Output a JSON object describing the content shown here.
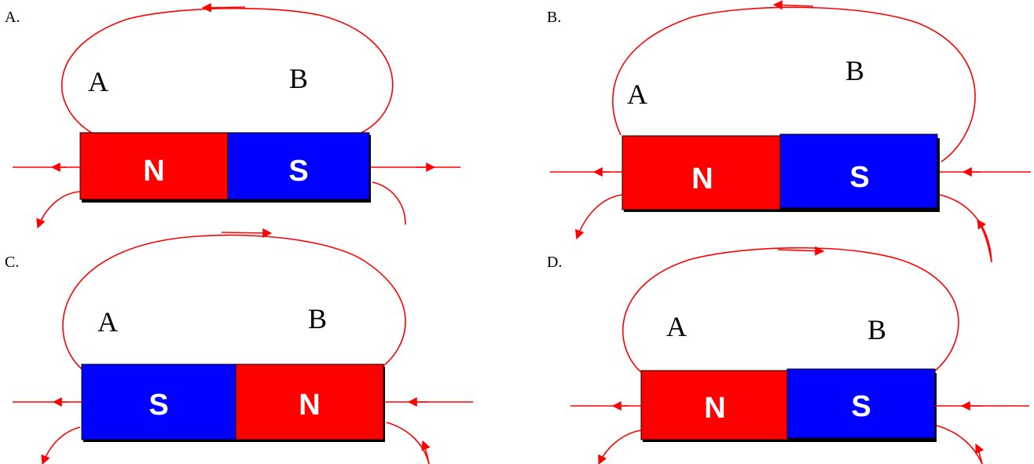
{
  "colors": {
    "north": "#ff0000",
    "south": "#0000ff",
    "field_line": "#ff0000",
    "text": "#000000",
    "pole_text": "#ffffff"
  },
  "panels": [
    {
      "option_label": "A.",
      "point_a": "A",
      "point_b": "B",
      "left_pole": "N",
      "right_pole": "S",
      "top_arrow": "left",
      "left_arrow": "left",
      "right_arrow": "right"
    },
    {
      "option_label": "B.",
      "point_a": "A",
      "point_b": "B",
      "left_pole": "N",
      "right_pole": "S",
      "top_arrow": "left",
      "left_arrow": "left",
      "right_arrow": "left"
    },
    {
      "option_label": "C.",
      "point_a": "A",
      "point_b": "B",
      "left_pole": "S",
      "right_pole": "N",
      "top_arrow": "right",
      "left_arrow": "left",
      "right_arrow": "left"
    },
    {
      "option_label": "D.",
      "point_a": "A",
      "point_b": "B",
      "left_pole": "N",
      "right_pole": "S",
      "top_arrow": "right",
      "left_arrow": "left",
      "right_arrow": "left"
    }
  ]
}
